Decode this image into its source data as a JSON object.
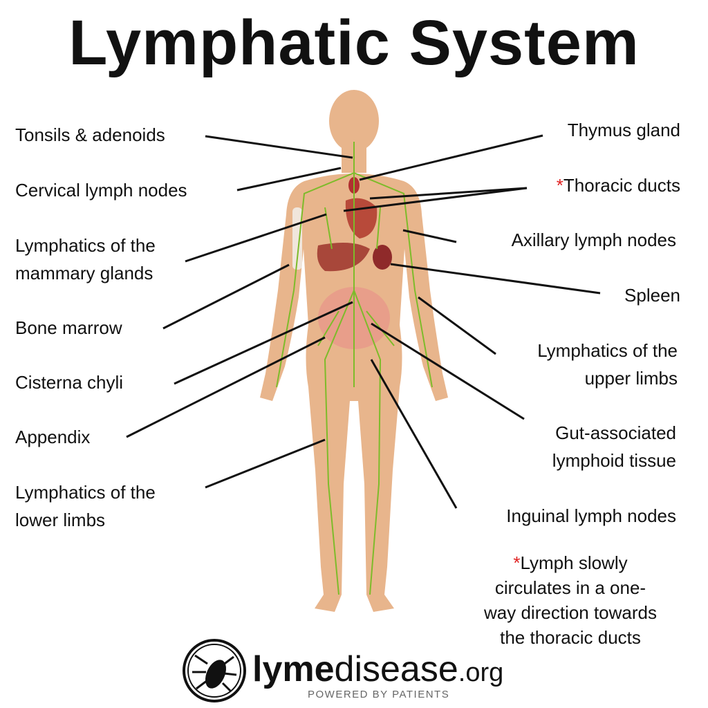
{
  "title": "Lymphatic System",
  "left_labels": {
    "tonsils": "Tonsils & adenoids",
    "cervical": "Cervical lymph nodes",
    "mammary_1": "Lymphatics of the",
    "mammary_2": "mammary glands",
    "bone_marrow": "Bone marrow",
    "cisterna": "Cisterna chyli",
    "appendix": "Appendix",
    "lower_1": "Lymphatics of the",
    "lower_2": "lower limbs"
  },
  "right_labels": {
    "thymus": "Thymus gland",
    "thoracic_star": "*",
    "thoracic": "Thoracic ducts",
    "axillary": "Axillary lymph nodes",
    "spleen": "Spleen",
    "upper_1": "Lymphatics of the",
    "upper_2": "upper limbs",
    "gut_1": "Gut-associated",
    "gut_2": "lymphoid tissue",
    "inguinal": "Inguinal lymph nodes"
  },
  "note": {
    "star": "*",
    "line1": "Lymph slowly",
    "line2": "circulates  in a one-",
    "line3": "way direction towards",
    "line4": "the thoracic ducts"
  },
  "logo": {
    "bold": "lyme",
    "light": "disease",
    "tld": ".org",
    "tagline": "POWERED BY PATIENTS"
  },
  "colors": {
    "skin": "#e8b58c",
    "lymph": "#7dbb2a",
    "accent": "#e02020"
  }
}
